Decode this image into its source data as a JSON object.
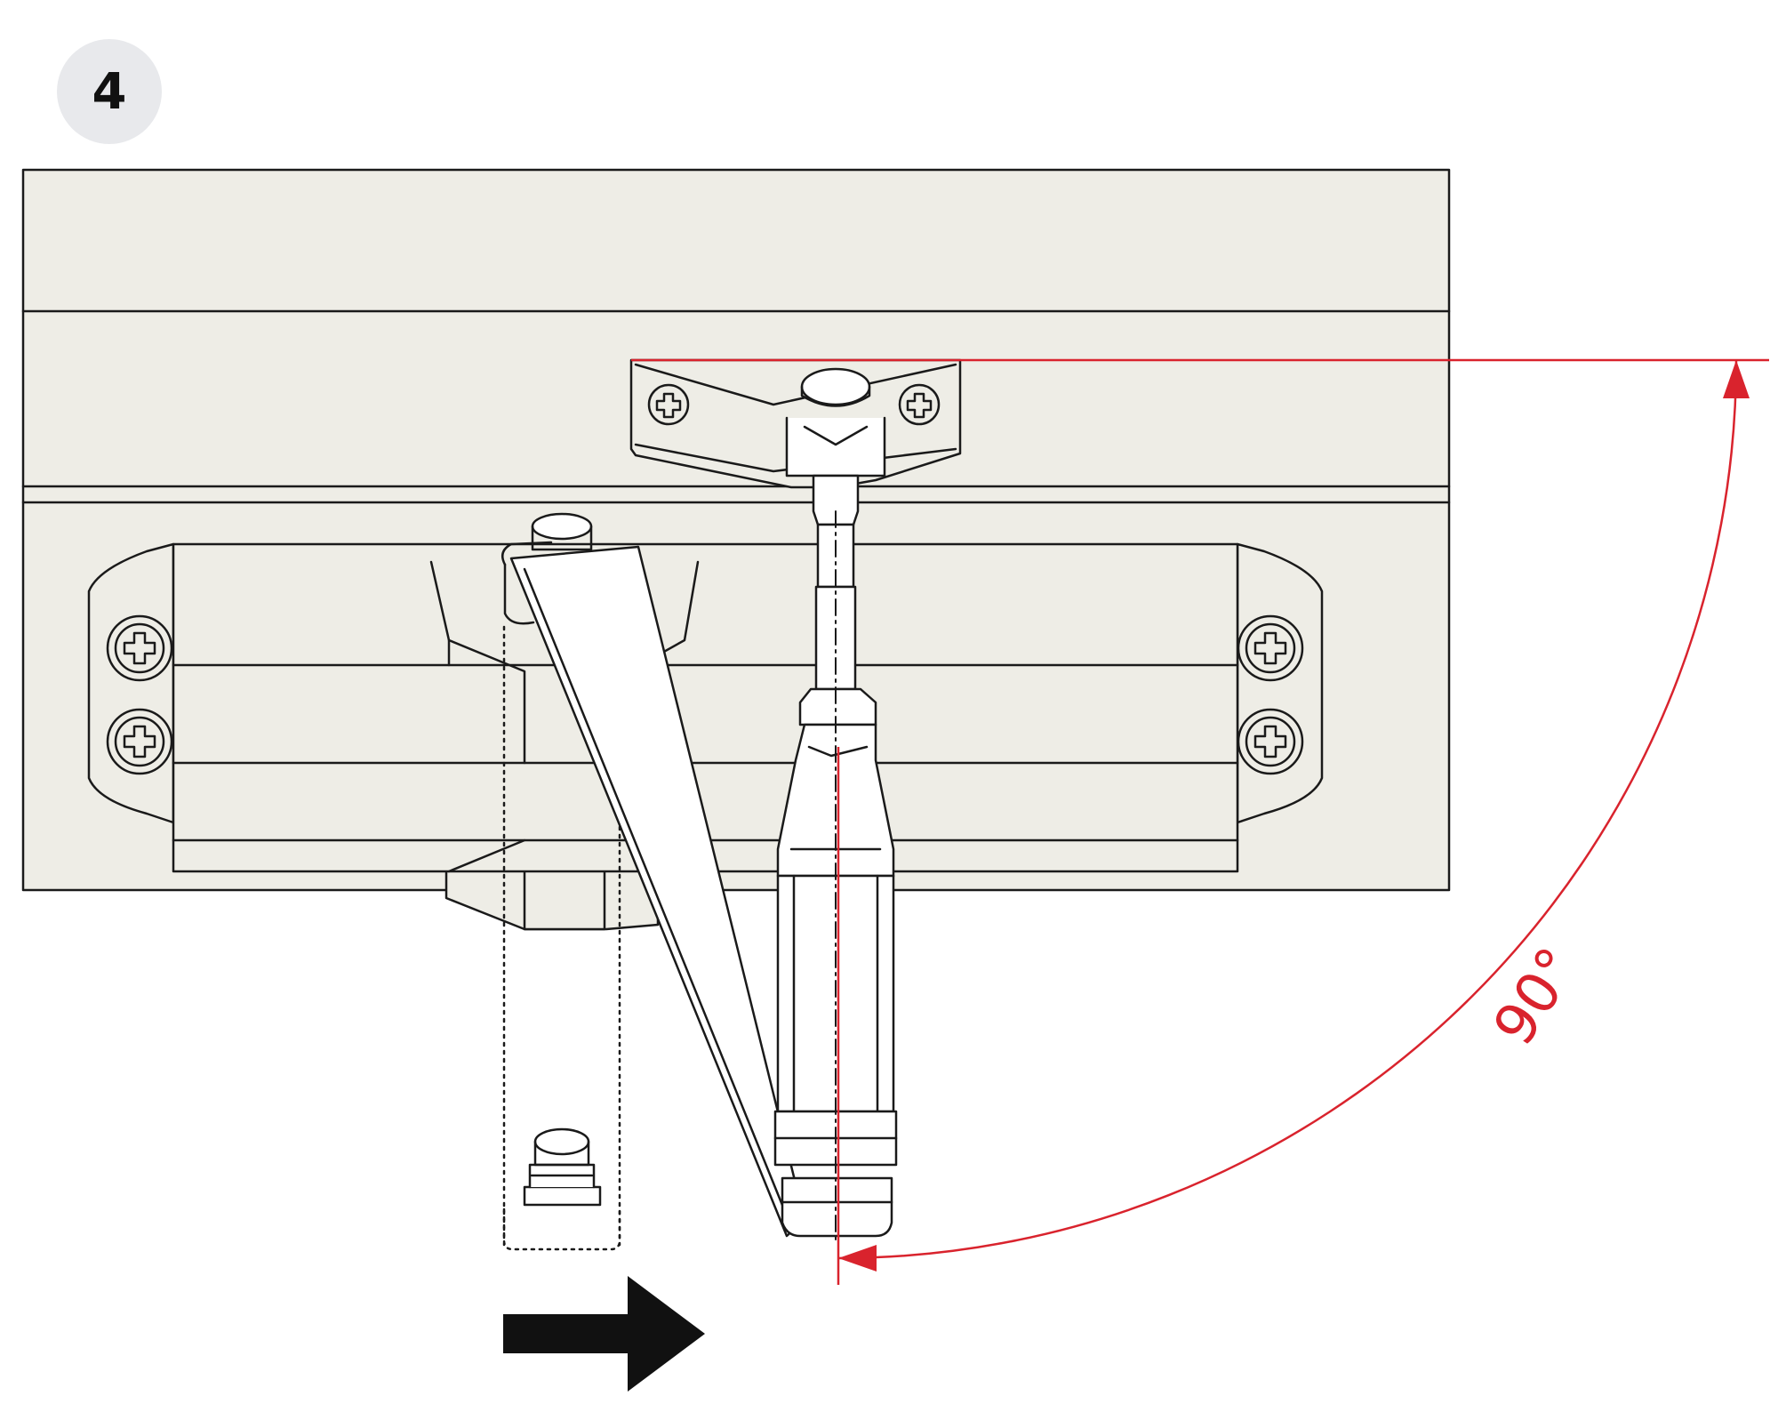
{
  "step": {
    "number": "4"
  },
  "angle": {
    "label": "90°",
    "degrees": 90
  },
  "colors": {
    "panel_fill": "#eeede6",
    "stroke": "#1a1a1a",
    "measure_red": "#d9232d",
    "arrow_fill": "#111111",
    "badge_fill": "#e8e9ec",
    "part_fill": "#ffffff"
  },
  "icons": {
    "direction_arrow": "right-arrow-icon",
    "screw": "phillips-screw-icon"
  }
}
